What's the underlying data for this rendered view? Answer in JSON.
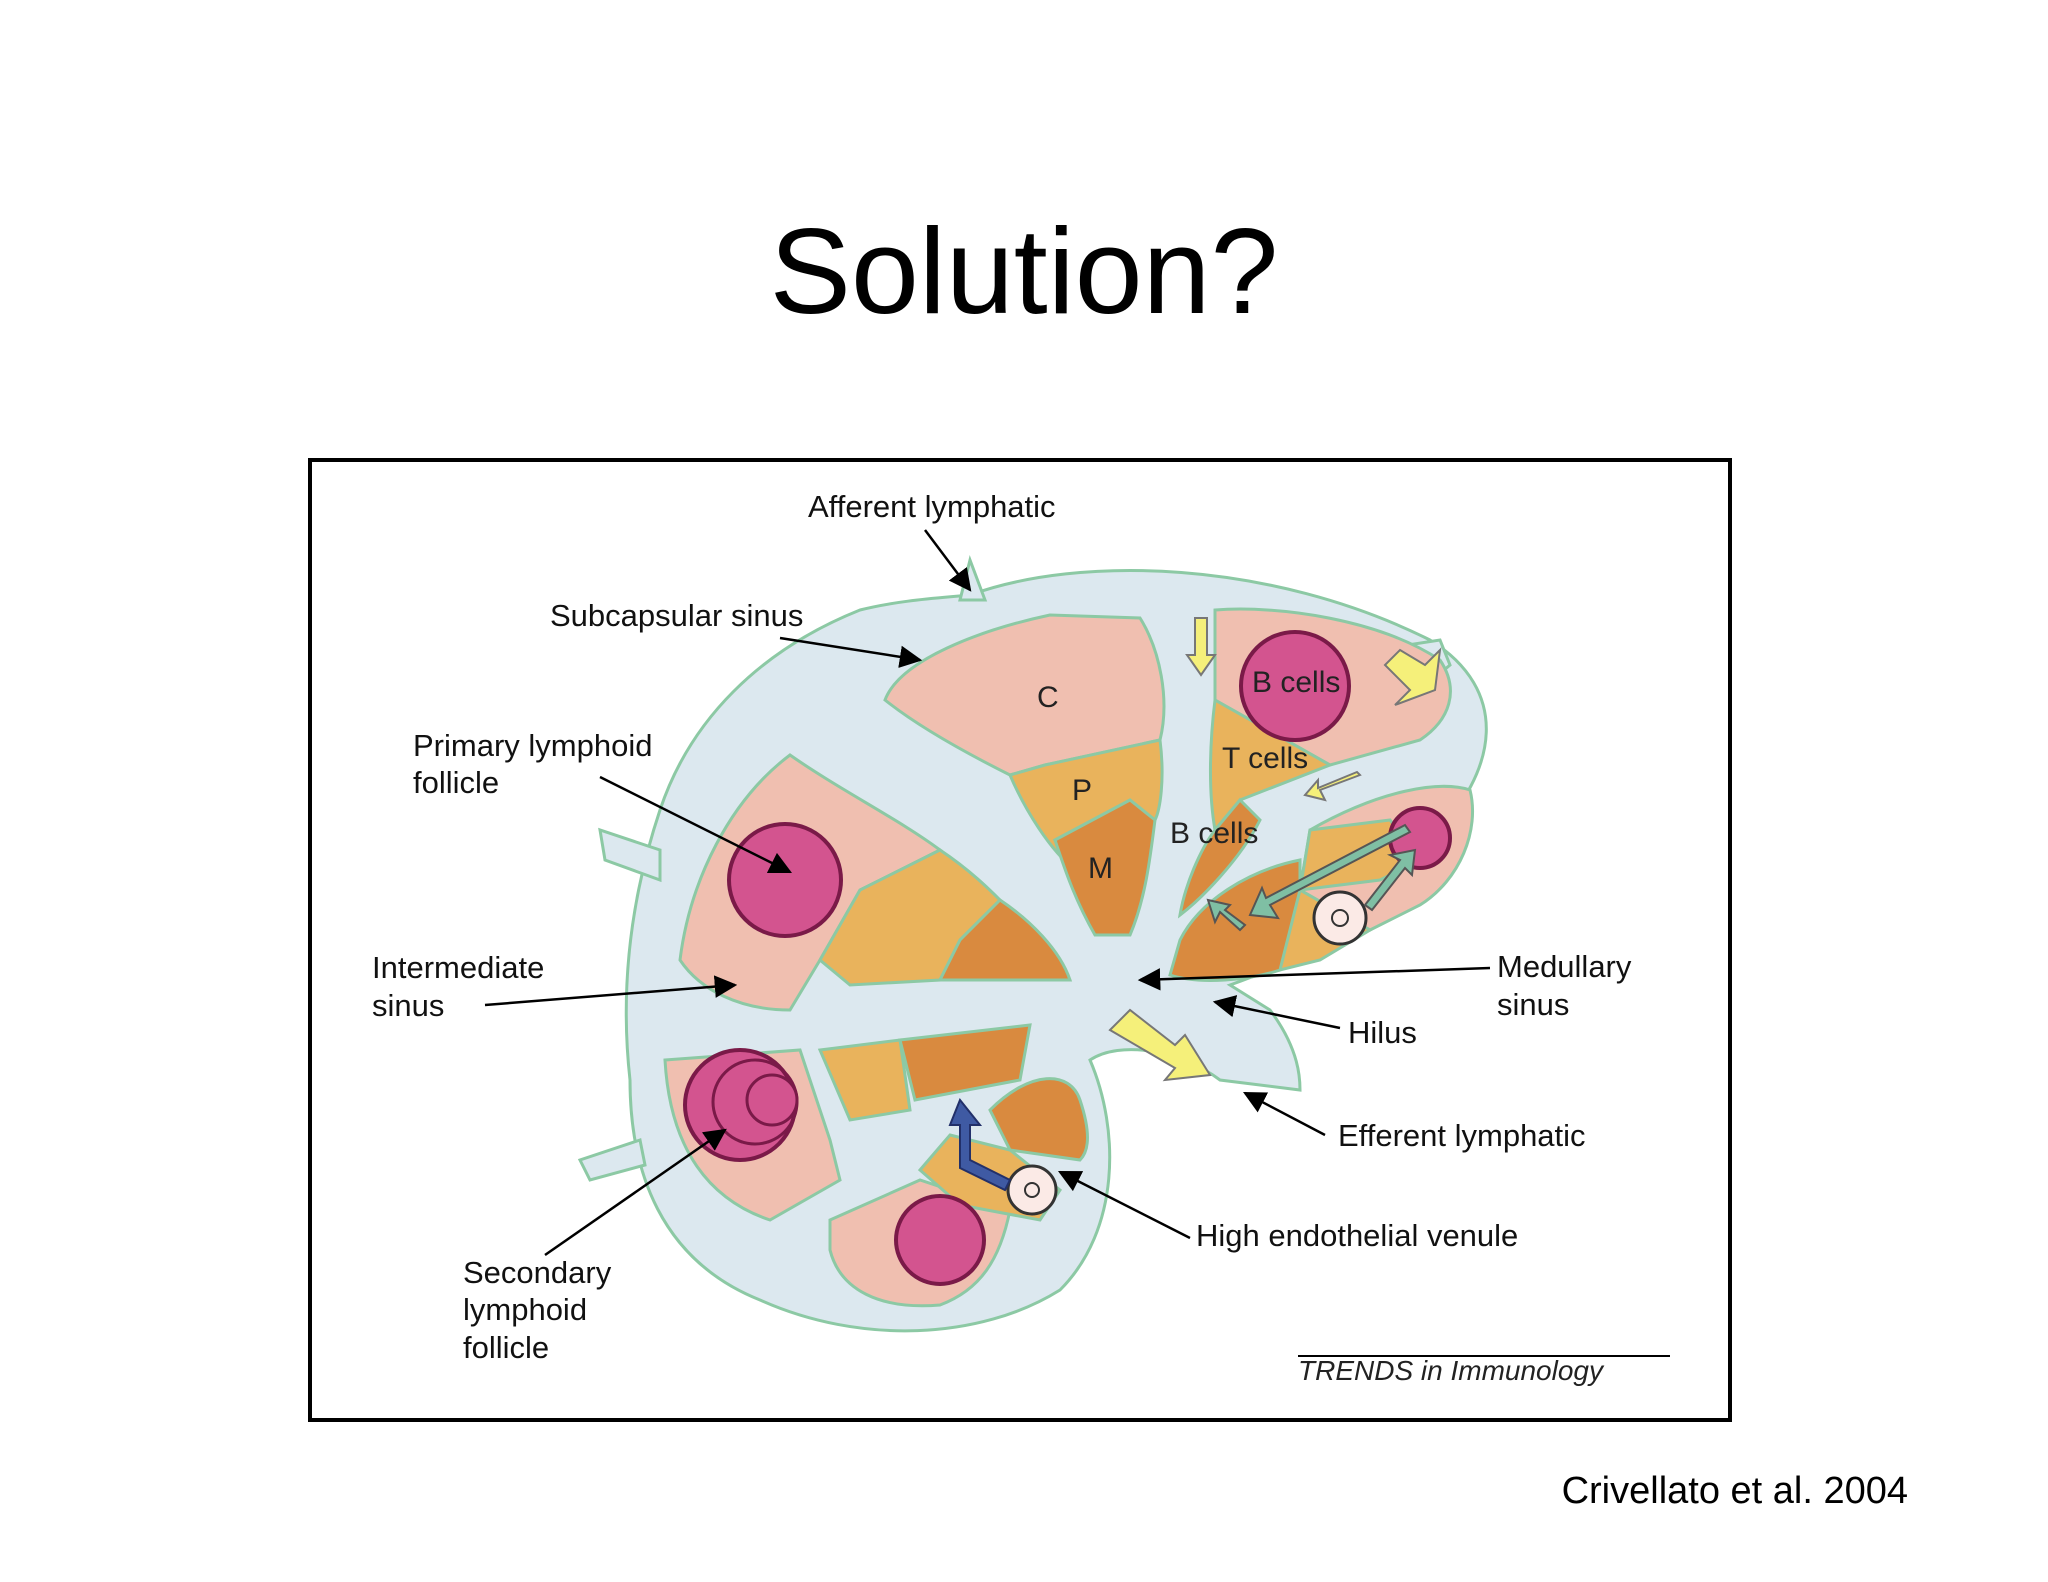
{
  "slide": {
    "title": "Solution?",
    "citation": "Crivellato et al. 2004"
  },
  "diagram": {
    "labels": {
      "afferent_lymphatic": "Afferent lymphatic",
      "subcapsular_sinus": "Subcapsular sinus",
      "primary_follicle_1": "Primary lymphoid",
      "primary_follicle_2": "follicle",
      "intermediate_sinus_1": "Intermediate",
      "intermediate_sinus_2": "sinus",
      "secondary_follicle_1": "Secondary",
      "secondary_follicle_2": "lymphoid",
      "secondary_follicle_3": "follicle",
      "medullary_sinus_1": "Medullary",
      "medullary_sinus_2": "sinus",
      "hilus": "Hilus",
      "efferent_lymphatic": "Efferent lymphatic",
      "hev": "High endothelial venule"
    },
    "inner_labels": {
      "c": "C",
      "p": "P",
      "m": "M",
      "b_cells_top": "B cells",
      "t_cells": "T cells",
      "b_cells_mid": "B cells"
    },
    "source": "TRENDS in Immunology",
    "colors": {
      "sinus": "#dce8ef",
      "sinus_edge": "#8cc9a4",
      "cortex": "#f0bfb0",
      "paracortex": "#e9b35c",
      "medulla": "#d98a3f",
      "follicle": "#d3548f",
      "yellow_arrow": "#f5f07a",
      "teal_arrow": "#7fbfa4",
      "blue_arrow": "#3f5aa3"
    }
  }
}
